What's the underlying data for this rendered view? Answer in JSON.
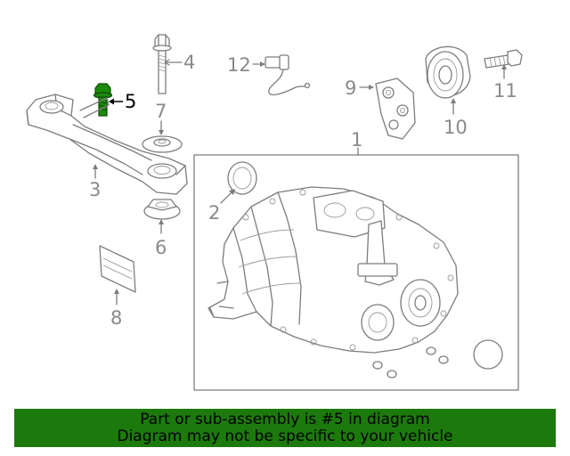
{
  "diagram": {
    "highlight_color": "#1c8a0c",
    "line_color": "#7d7d7d",
    "callouts": [
      "1",
      "2",
      "3",
      "4",
      "5",
      "6",
      "7",
      "8",
      "9",
      "10",
      "11",
      "12"
    ],
    "highlighted_part": "5"
  },
  "banner": {
    "line1": "Part or sub-assembly is #5 in diagram",
    "line2": "Diagram may not be specific to your vehicle",
    "background": "#1c7a0c"
  }
}
